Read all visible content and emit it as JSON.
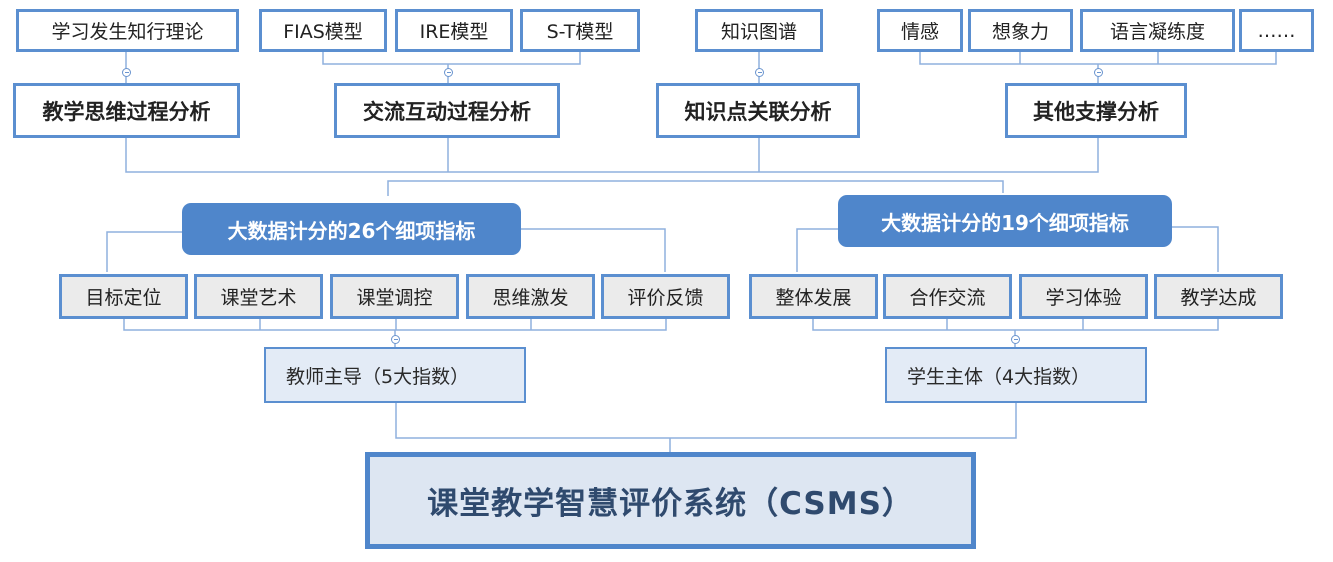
{
  "top_row": {
    "theory": "学习发生知行理论",
    "fias": "FIAS模型",
    "ire": "IRE模型",
    "st": "S-T模型",
    "kg": "知识图谱",
    "emotion": "情感",
    "imagination": "想象力",
    "language": "语言凝练度",
    "ellipsis": "……"
  },
  "analysis": {
    "thinking": "教学思维过程分析",
    "interaction": "交流互动过程分析",
    "knowledge": "知识点关联分析",
    "other": "其他支撑分析"
  },
  "indicator_groups": {
    "teacher_pill": "大数据计分的26个细项指标",
    "student_pill": "大数据计分的19个细项指标"
  },
  "teacher_indices": [
    "目标定位",
    "课堂艺术",
    "课堂调控",
    "思维激发",
    "评价反馈"
  ],
  "student_indices": [
    "整体发展",
    "合作交流",
    "学习体验",
    "教学达成"
  ],
  "dimensions": {
    "teacher": "教师主导（5大指数）",
    "student": "学生主体（4大指数）"
  },
  "root": "课堂教学智慧评价系统（CSMS）",
  "colors": {
    "accent": "#4f86cb",
    "border": "#5b8fd0",
    "connector": "#8fb0de",
    "root_fill": "#dde6f2",
    "index_fill": "#ebebeb"
  }
}
